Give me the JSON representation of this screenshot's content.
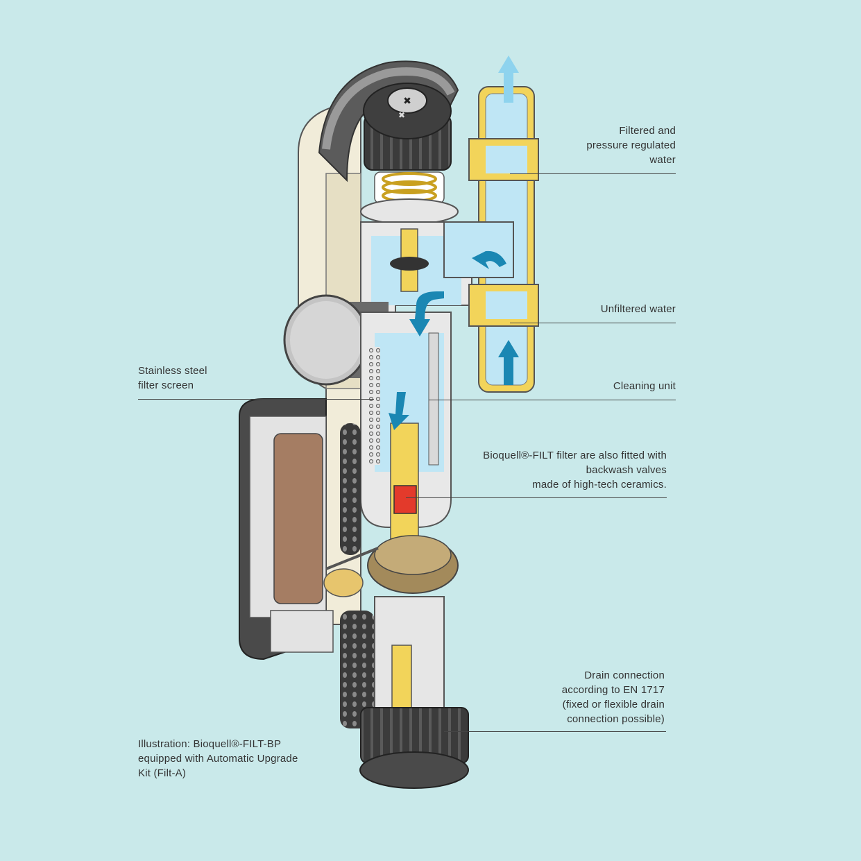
{
  "labels": {
    "filtered_water": "Filtered and\npressure regulated\nwater",
    "unfiltered_water": "Unfiltered water",
    "cleaning_unit": "Cleaning unit",
    "stainless_screen": "Stainless steel\nfilter screen",
    "backwash_valves": "Bioquell®-FILT filter are also fitted with\nbackwash valves\nmade of high-tech ceramics.",
    "drain_connection": "Drain connection\naccording to EN 1717\n(fixed or flexible drain\nconnection possible)",
    "caption": "Illustration: Bioquell®-FILT-BP\nequipped with Automatic Upgrade\nKit (Filt-A)"
  },
  "colors": {
    "background": "#c9e9ea",
    "water_light": "#bfe6f5",
    "flow_arrow_light": "#8ed3ee",
    "flow_arrow_dark": "#1a87b3",
    "brass": "#f2d45a",
    "housing_cream": "#f1ecd9",
    "housing_dark": "#4a4a4a",
    "gauge_grey": "#c4c4c4",
    "motor_brown": "#a57d63",
    "gear_tan": "#a38a5b",
    "valve_red": "#e33a2b"
  },
  "icons": [
    "flow-arrow-up-icon",
    "flow-arrow-down-icon",
    "pressure-gauge-icon",
    "gear-icon"
  ]
}
